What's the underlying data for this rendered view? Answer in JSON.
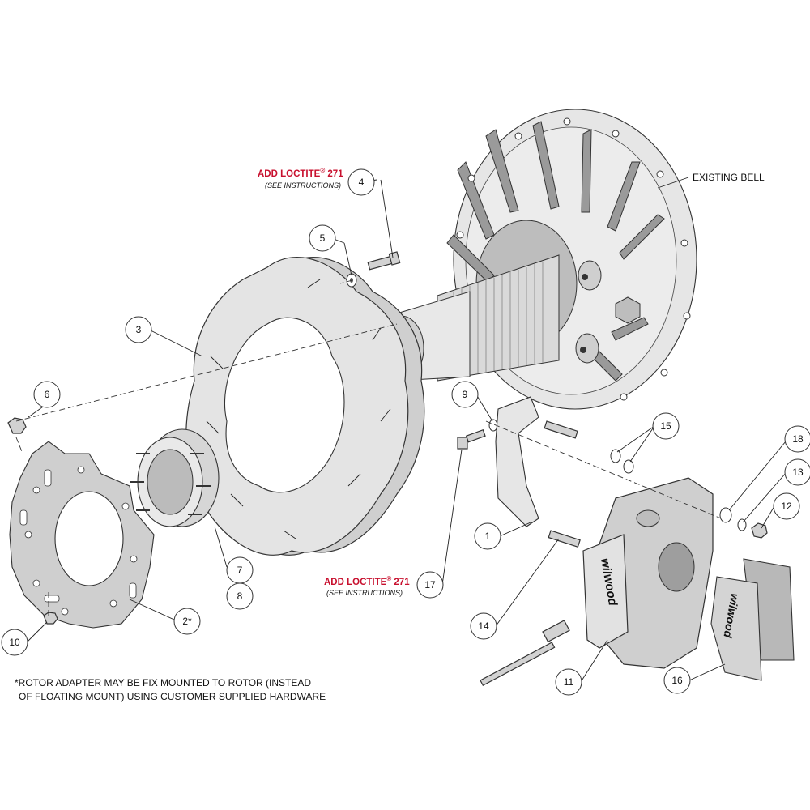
{
  "callouts": [
    {
      "id": "c4",
      "text": "4"
    },
    {
      "id": "c5",
      "text": "5"
    },
    {
      "id": "c3",
      "text": "3"
    },
    {
      "id": "c6",
      "text": "6"
    },
    {
      "id": "c9",
      "text": "9"
    },
    {
      "id": "c15",
      "text": "15"
    },
    {
      "id": "c18",
      "text": "18"
    },
    {
      "id": "c13",
      "text": "13"
    },
    {
      "id": "c12",
      "text": "12"
    },
    {
      "id": "c1",
      "text": "1"
    },
    {
      "id": "c7",
      "text": "7"
    },
    {
      "id": "c8",
      "text": "8"
    },
    {
      "id": "c17",
      "text": "17"
    },
    {
      "id": "c2",
      "text": "2*"
    },
    {
      "id": "c10",
      "text": "10"
    },
    {
      "id": "c14",
      "text": "14"
    },
    {
      "id": "c11",
      "text": "11"
    },
    {
      "id": "c16",
      "text": "16"
    }
  ],
  "labels": {
    "existing_bell": "EXISTING BELL",
    "loctite_top_main": "ADD LOCTITE",
    "loctite_top_reg": "®",
    "loctite_top_num": " 271",
    "loctite_top_sub": "(SEE INSTRUCTIONS)",
    "loctite_bot_main": "ADD LOCTITE",
    "loctite_bot_reg": "®",
    "loctite_bot_num": " 271",
    "loctite_bot_sub": "(SEE INSTRUCTIONS)",
    "footnote_line1": "*ROTOR ADAPTER MAY BE FIX MOUNTED TO ROTOR (INSTEAD",
    "footnote_line2": "OF FLOATING MOUNT) USING CUSTOMER SUPPLIED HARDWARE",
    "caliper_logo": "wilwood",
    "pad_logo": "wilwood"
  }
}
